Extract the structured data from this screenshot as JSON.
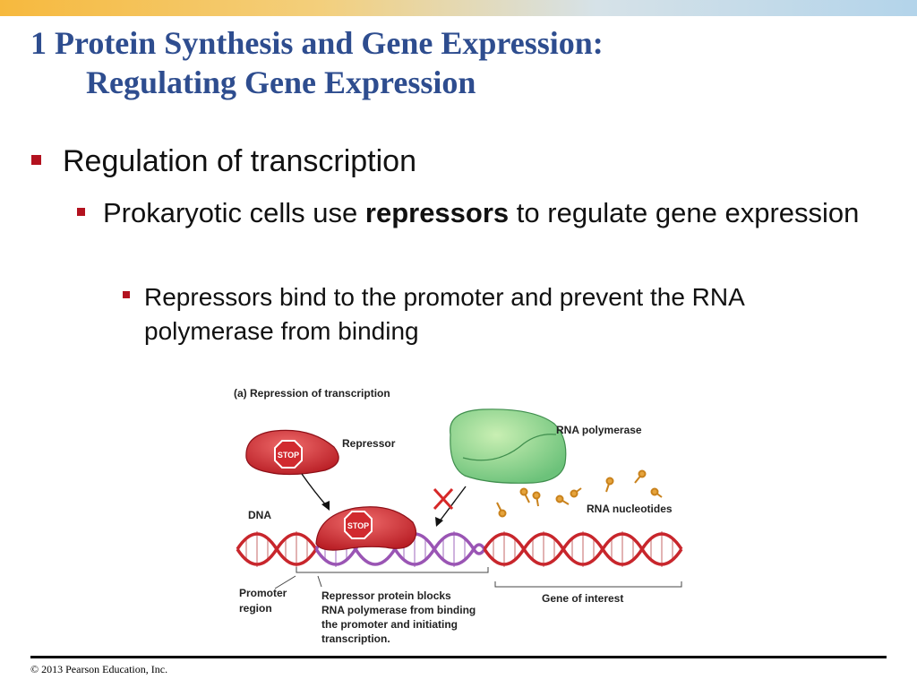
{
  "slide": {
    "title_line1": "1 Protein Synthesis and Gene Expression:",
    "title_line2": "Regulating Gene Expression",
    "bullets": {
      "level1": "Regulation of transcription",
      "level2_pre": "Prokaryotic cells use ",
      "level2_bold": "repressors",
      "level2_post": " to regulate gene expression",
      "level3": "Repressors bind to the promoter and prevent the RNA polymerase from binding"
    },
    "footer": "© 2013 Pearson Education, Inc.",
    "colors": {
      "title": "#2e4d8f",
      "bullet": "#b3121f"
    }
  },
  "figure": {
    "caption": "(a) Repression of transcription",
    "repressor": "Repressor",
    "stop_sign": "STOP",
    "rna_polymerase": "RNA polymerase",
    "rna_nucleotides": "RNA nucleotides",
    "dna": "DNA",
    "promoter_line1": "Promoter",
    "promoter_line2": "region",
    "blocks_line1": "Repressor protein blocks",
    "blocks_line2": "RNA polymerase from binding",
    "blocks_line3": "the promoter and initiating",
    "blocks_line4": "transcription.",
    "gene": "Gene of interest"
  }
}
